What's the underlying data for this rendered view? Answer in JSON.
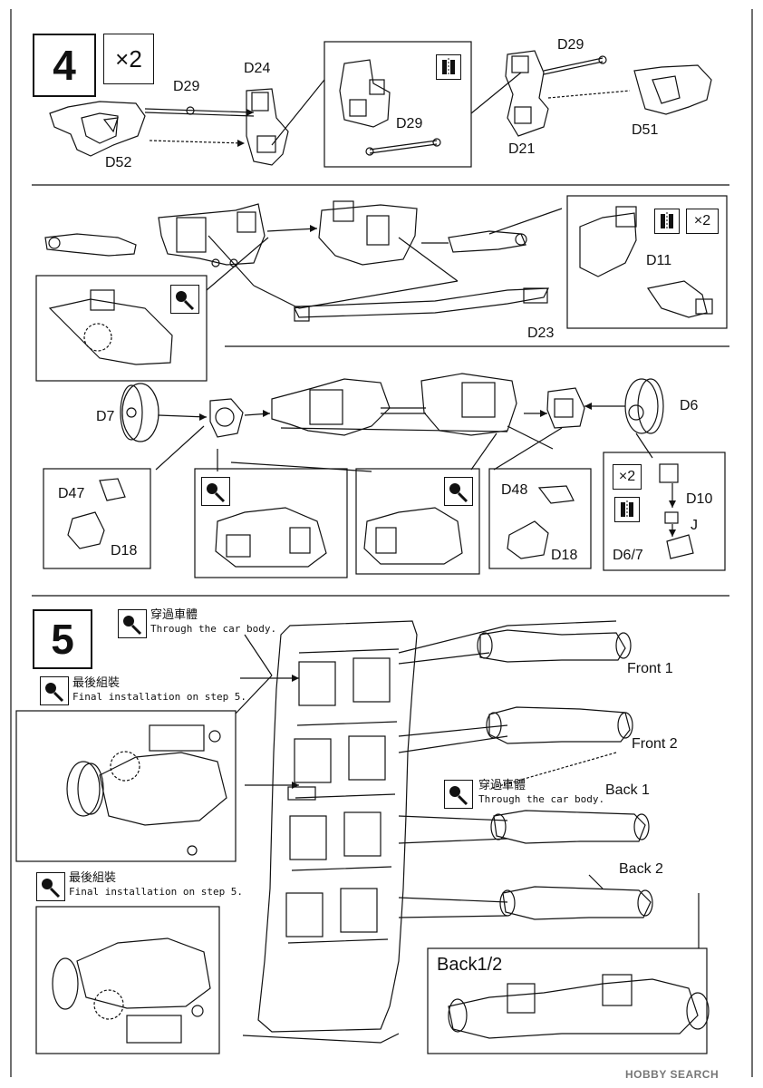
{
  "step4": {
    "number": "4",
    "multiplier": "×2",
    "parts": {
      "d24": "D24",
      "d29_a": "D29",
      "d52": "D52",
      "d29_b": "D29",
      "d29_c": "D29",
      "d21": "D21",
      "d51": "D51",
      "d11": "D11",
      "d23": "D23",
      "d11_mult": "×2",
      "d7": "D7",
      "d6": "D6",
      "d47": "D47",
      "d18_a": "D18",
      "d48": "D48",
      "d18_b": "D18",
      "multiplier_small": "×2",
      "d10": "D10",
      "j": "J",
      "d67": "D6/7"
    }
  },
  "step5": {
    "number": "5",
    "through_body_cn": "穿過車體",
    "through_body_en": "Through the car body.",
    "final_cn_1": "最後組裝",
    "final_en_1": "Final installation on step 5.",
    "final_cn_2": "最後組裝",
    "final_en_2": "Final installation on step 5.",
    "through_body_cn_2": "穿過車體",
    "through_body_en_2": "Through the car body.",
    "axles": [
      "Front 1",
      "Front 2",
      "Back 1",
      "Back 2"
    ],
    "inset_title": "Back1/2"
  },
  "footer": {
    "credit": "HOBBY SEARCH"
  },
  "icons": [
    "glue-icon",
    "symmetry-icon",
    "arrow-icon"
  ]
}
